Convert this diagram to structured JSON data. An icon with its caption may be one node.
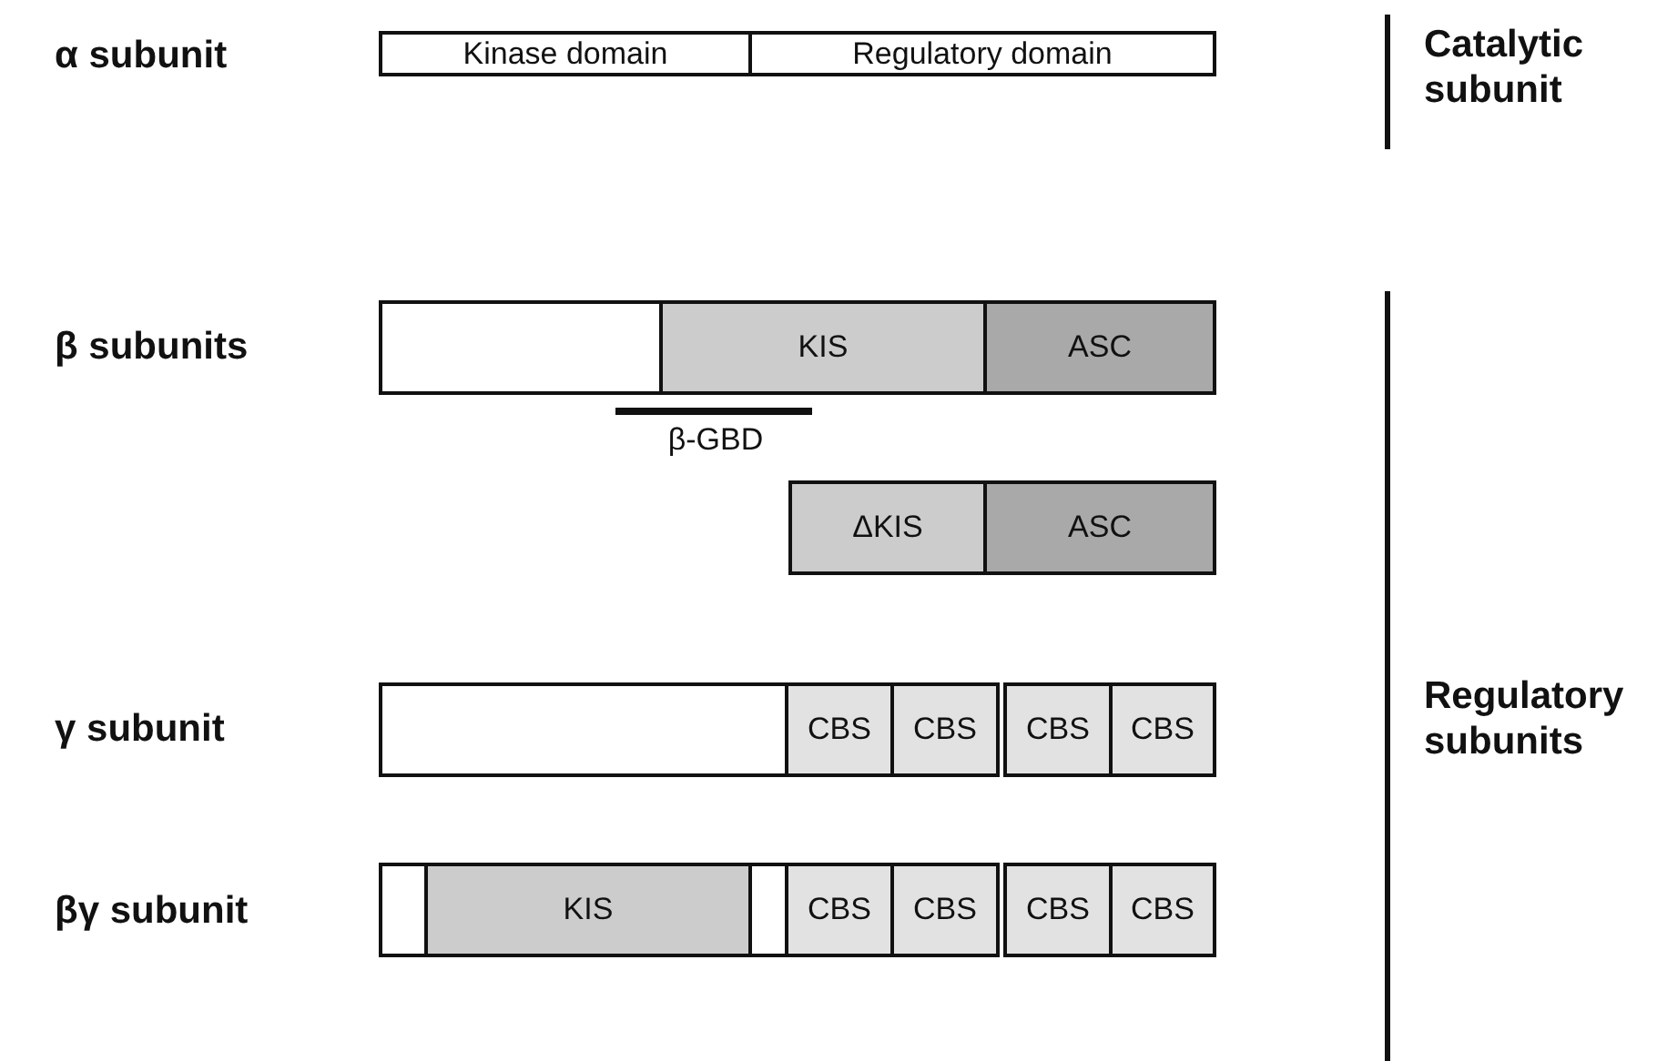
{
  "diagram": {
    "nodes": [
      {
        "text": [
          "Kinase domain"
        ]
      },
      {
        "text": [
          "Regulatory domain"
        ]
      },
      {
        "text": [],
        "shape": "box"
      },
      {
        "text": [
          "KIS"
        ]
      },
      {
        "text": [
          "ASC"
        ]
      },
      {
        "text": [
          "ΔKIS"
        ]
      },
      {
        "text": [
          "ASC"
        ]
      },
      {
        "text": [],
        "shape": "box"
      },
      {
        "text": [
          "CBS"
        ]
      },
      {
        "text": [
          "CBS"
        ]
      },
      {
        "text": [
          "CBS"
        ]
      },
      {
        "text": [
          "CBS"
        ]
      },
      {
        "text": [],
        "shape": "box"
      },
      {
        "text": [
          "KIS"
        ]
      },
      {
        "text": [],
        "shape": "box"
      },
      {
        "text": [
          "CBS"
        ]
      },
      {
        "text": [
          "CBS"
        ]
      },
      {
        "text": [
          "CBS"
        ]
      },
      {
        "text": [
          "CBS"
        ]
      }
    ],
    "labels": [
      "α subunit",
      "Catalytic subunit",
      "β subunits",
      "β-GBD",
      "Regulatory subunits",
      "γ subunit",
      "βγ subunit"
    ]
  }
}
